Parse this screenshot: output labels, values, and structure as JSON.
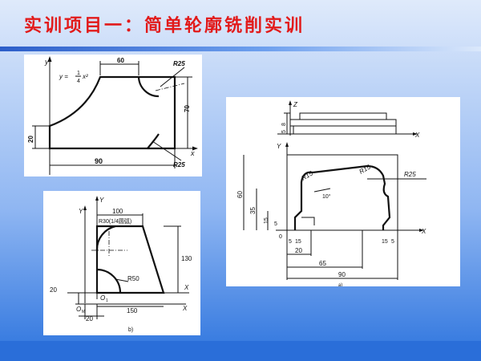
{
  "title": "实训项目一：简单轮廓铣削实训",
  "figure_a": {
    "axis_y": "y",
    "axis_x": "x",
    "eq_lhs": "y = ",
    "eq_num": "1",
    "eq_den": "4",
    "eq_rhs": "x²",
    "dim_60": "60",
    "dim_r25_top": "R25",
    "dim_70": "70",
    "dim_20": "20",
    "dim_90": "90",
    "dim_r25_bottom": "R25"
  },
  "figure_b": {
    "axis_y": "Y",
    "axis_y1": "Y",
    "axis_x": "X",
    "axis_x1": "X",
    "dim_100": "100",
    "dim_r30": "R30(1/4圆弧)",
    "dim_130": "130",
    "dim_r50": "R50",
    "dim_20_left": "20",
    "origin_o1": "O",
    "origin_sub1": "1",
    "origin_o": "O",
    "origin_sub": "M",
    "dim_150": "150",
    "dim_20_bottom": "20",
    "caption": "b)"
  },
  "figure_c": {
    "axis_z": "Z",
    "axis_x_top": "X",
    "axis_y": "Y",
    "axis_x": "X",
    "dim_8": "8",
    "dim_5_side": "5",
    "dim_r15_left": "R15",
    "dim_r15_right": "R15",
    "dim_r25": "R25",
    "dim_10deg": "10°",
    "dim_60": "60",
    "dim_35": "35",
    "dim_15_left": "15",
    "dim_5_left": "5",
    "dim_0": "0",
    "dim_5_a": "5",
    "dim_15_a": "15",
    "dim_20": "20",
    "dim_65": "65",
    "dim_90": "90",
    "dim_15_b": "15",
    "dim_5_b": "5",
    "caption": "a)"
  }
}
